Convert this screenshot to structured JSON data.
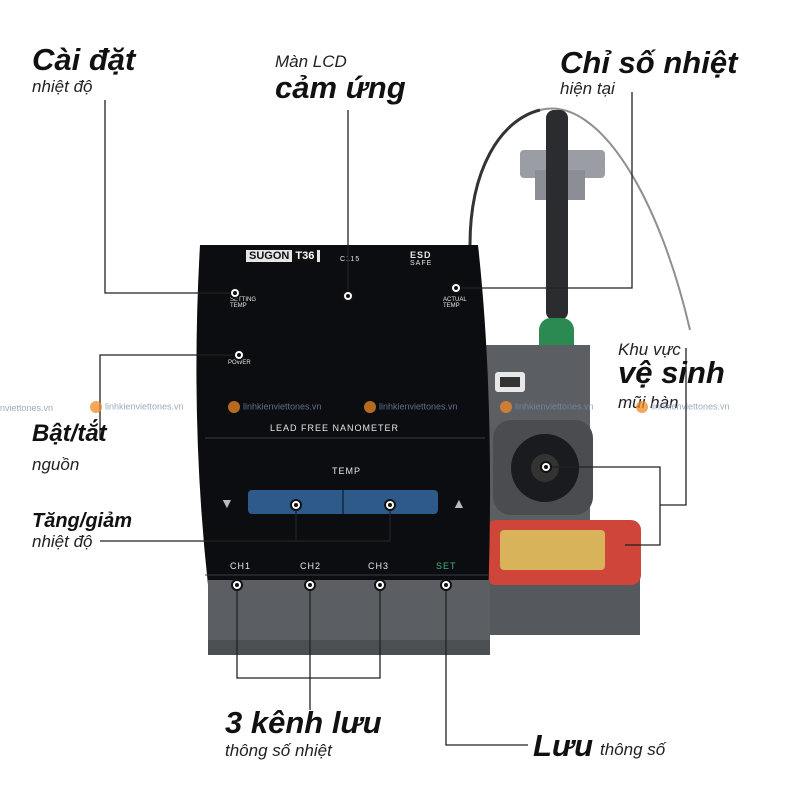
{
  "callouts": {
    "set_temp": {
      "title": "Cài đặt",
      "sub": "nhiệt độ"
    },
    "lcd": {
      "sub": "Màn LCD",
      "title": "cảm ứng"
    },
    "current_temp": {
      "title": "Chỉ số nhiệt",
      "sub": "hiện tại"
    },
    "cleaning": {
      "sub": "Khu vực",
      "title": "vệ sinh",
      "sub2": "mũi hàn"
    },
    "power": {
      "title": "Bật/tắt",
      "sub": "nguồn"
    },
    "adjust": {
      "title": "Tăng/giảm",
      "sub": "nhiệt độ"
    },
    "channels": {
      "title": "3 kênh lưu",
      "sub": "thông số nhiệt"
    },
    "save": {
      "title": "Lưu",
      "sub": "thông số"
    }
  },
  "device": {
    "brand": "SUGON",
    "model": "T36",
    "code": "C115",
    "esd_top": "ESD",
    "esd_bottom": "SAFE",
    "setting_temp": "SETTING\nTEMP",
    "actual_temp": "ACTUAL\nTEMP",
    "power_label": "POWER",
    "panel_text": "LEAD FREE NANOMETER",
    "temp_label": "TEMP",
    "down_arrow": "▼",
    "up_arrow": "▲",
    "ch1": "CH1",
    "ch2": "CH2",
    "ch3": "CH3",
    "set": "SET"
  },
  "watermark": {
    "text": "linhkienviettones.vn",
    "partial": "nviettones.vn"
  },
  "colors": {
    "panel": "#0c0d10",
    "body": "#5b5e63",
    "slider": "#2e5a8a",
    "handle": "#2b8a52",
    "tray": "#d0453a",
    "sponge": "#d9b35a",
    "set_label": "#3fb37a"
  }
}
